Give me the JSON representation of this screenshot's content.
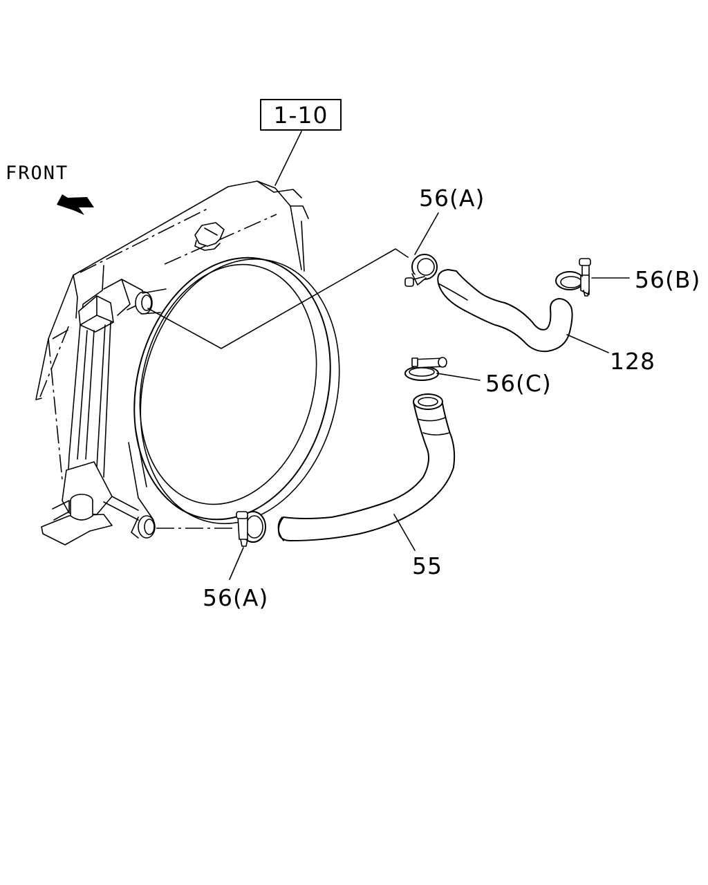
{
  "diagram": {
    "reference_box": "1-10",
    "direction_label": "FRONT",
    "callouts": {
      "clamp_top": "56(A)",
      "clamp_bottom": "56(A)",
      "clamp_b": "56(B)",
      "clamp_c": "56(C)",
      "upper_hose": "128",
      "lower_hose": "55"
    },
    "icons": [
      "front-arrow-icon"
    ],
    "line_color": "#000000",
    "background_color": "#ffffff"
  }
}
